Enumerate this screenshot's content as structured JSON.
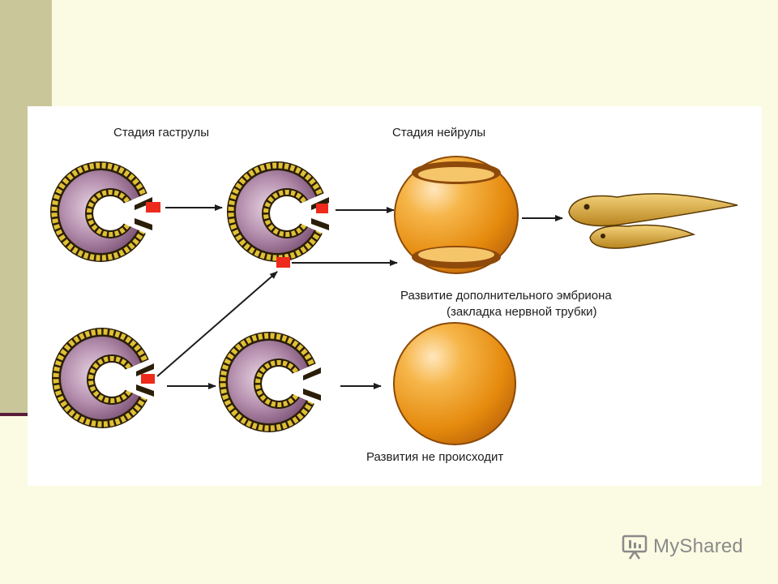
{
  "labels": {
    "gastrula_stage": "Стадия  гаструлы",
    "neurula_stage": "Стадия нейрулы",
    "extra_embryo_line1": "Развитие дополнительного эмбриона",
    "extra_embryo_line2": "(закладка нервной трубки)",
    "no_development": "Развития не происходит"
  },
  "brand": {
    "name": "MyShared",
    "icon": "presentation-board-icon"
  },
  "colors": {
    "slide_background": "#fbfbe3",
    "side_bar": "#c9c79a",
    "side_rule": "#5a1f3a",
    "transplant_marker": "#ee2a1c",
    "embryo_orange": "#e8950f",
    "gastrula_purple": "#9a6a8e"
  }
}
